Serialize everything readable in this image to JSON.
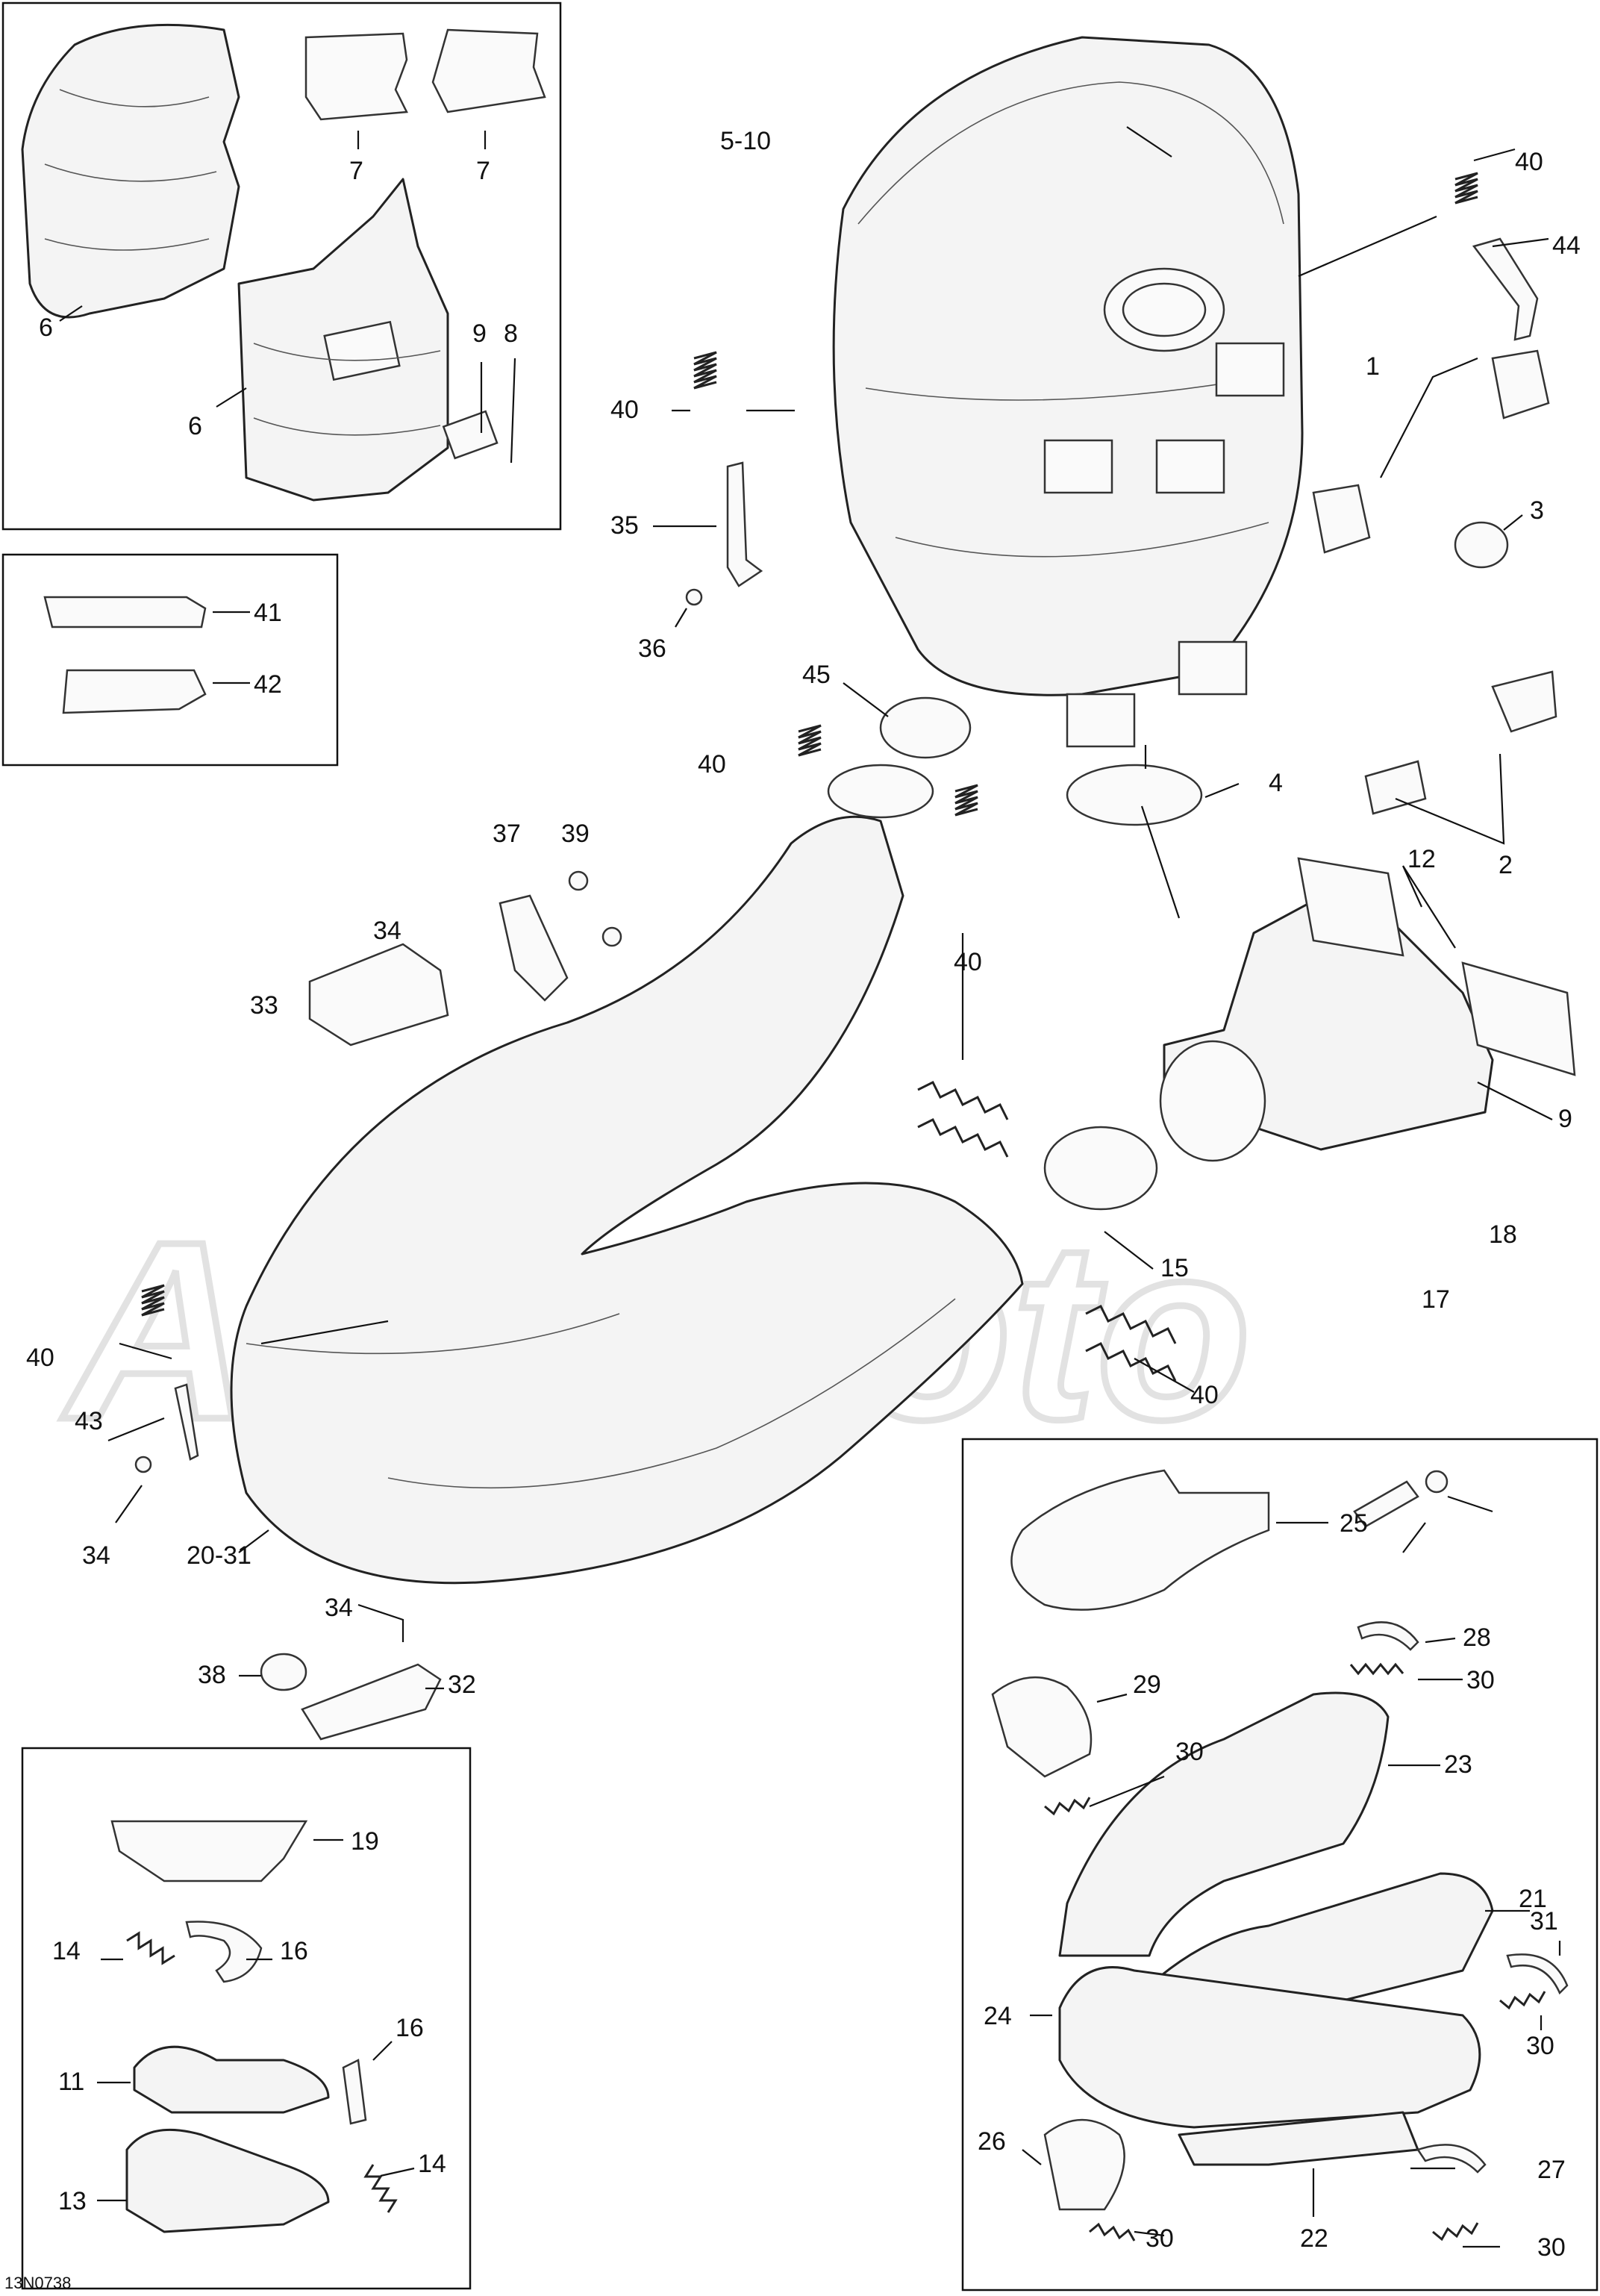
{
  "watermark": "AeroMoto",
  "drawing_number": "13N0738",
  "callouts": {
    "c5_10": "5-10",
    "c40a": "40",
    "c44": "44",
    "c1": "1",
    "c3": "3",
    "c40b": "40",
    "c35": "35",
    "c36": "36",
    "c45": "45",
    "c40c": "40",
    "c4": "4",
    "c2": "2",
    "c37": "37",
    "c39": "39",
    "c34a": "34",
    "c33": "33",
    "c12": "12",
    "c40d": "40",
    "c9b": "9",
    "c18": "18",
    "c15": "15",
    "c17": "17",
    "c40e": "40",
    "c40f": "40",
    "c43": "43",
    "c34b": "34",
    "c20_31": "20-31",
    "c34c": "34",
    "c38": "38",
    "c32": "32",
    "b1_7a": "7",
    "b1_7b": "7",
    "b1_6a": "6",
    "b1_6b": "6",
    "b1_9": "9",
    "b1_8": "8",
    "b2_41": "41",
    "b2_42": "42",
    "b3_19": "19",
    "b3_14a": "14",
    "b3_16a": "16",
    "b3_11": "11",
    "b3_16b": "16",
    "b3_13": "13",
    "b3_14b": "14",
    "b4_25": "25",
    "b4_28": "28",
    "b4_30a": "30",
    "b4_29": "29",
    "b4_30b": "30",
    "b4_23": "23",
    "b4_21": "21",
    "b4_31": "31",
    "b4_24": "24",
    "b4_30c": "30",
    "b4_26": "26",
    "b4_27": "27",
    "b4_30d": "30",
    "b4_22": "22",
    "b4_30e": "30"
  }
}
